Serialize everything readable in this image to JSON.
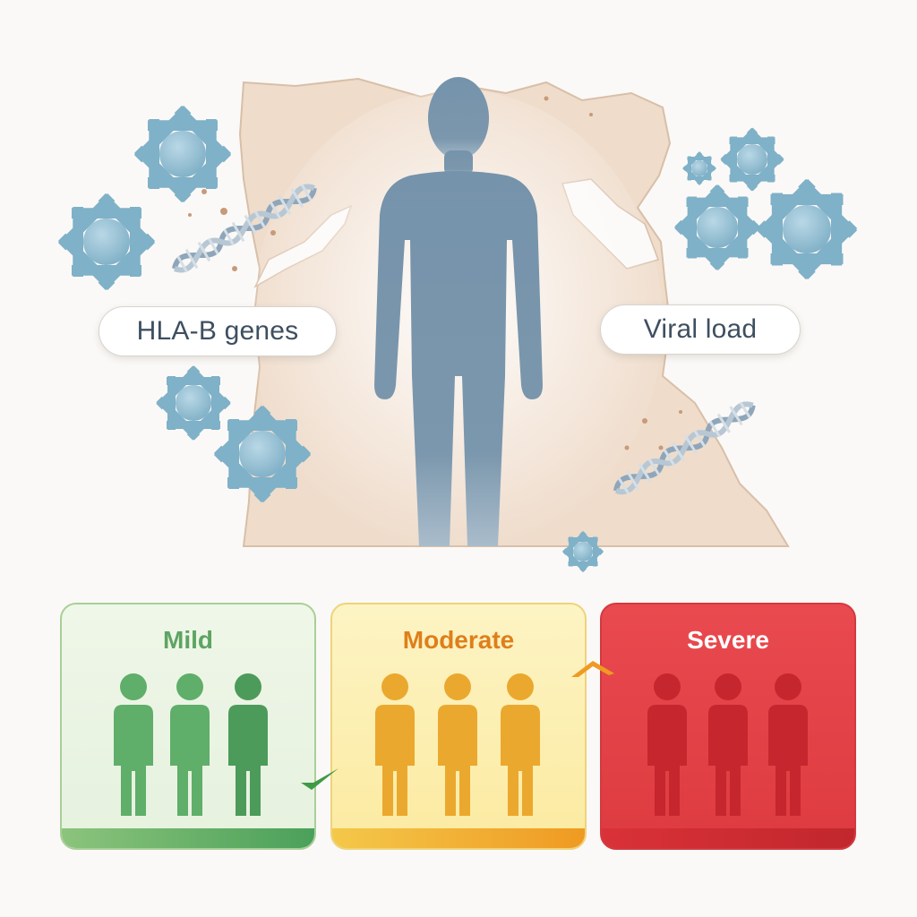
{
  "labels": {
    "left_pill": "HLA-B genes",
    "right_pill": "Viral load"
  },
  "severity_panels": [
    {
      "title": "Mild",
      "people_count": 3,
      "color": "#5ea463",
      "figure_color": "#5fae6a"
    },
    {
      "title": "Moderate",
      "people_count": 3,
      "color": "#de7f1b",
      "figure_color": "#eba82e"
    },
    {
      "title": "Severe",
      "people_count": 3,
      "color": "#ffffff",
      "figure_color": "#c6262d"
    }
  ],
  "icons": [
    "virus-icon",
    "dna-helix-icon",
    "person-silhouette-icon",
    "check-icon",
    "chevron-up-icon"
  ],
  "colors": {
    "person": "#7b97ad",
    "virus": "#8ab7cc",
    "map": "#efdccb"
  }
}
